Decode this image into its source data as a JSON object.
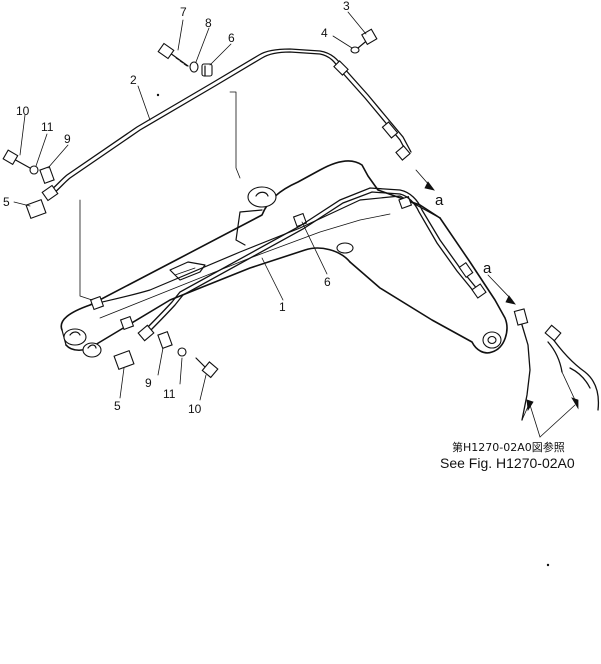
{
  "callouts": [
    {
      "id": "c7",
      "text": "7"
    },
    {
      "id": "c8",
      "text": "8"
    },
    {
      "id": "c6top",
      "text": "6"
    },
    {
      "id": "c3",
      "text": "3"
    },
    {
      "id": "c4",
      "text": "4"
    },
    {
      "id": "c2",
      "text": "2"
    },
    {
      "id": "c10top",
      "text": "10"
    },
    {
      "id": "c11top",
      "text": "11"
    },
    {
      "id": "c9top",
      "text": "9"
    },
    {
      "id": "c5top",
      "text": "5"
    },
    {
      "id": "c6mid",
      "text": "6"
    },
    {
      "id": "c1",
      "text": "1"
    },
    {
      "id": "c9bot",
      "text": "9"
    },
    {
      "id": "c11bot",
      "text": "11"
    },
    {
      "id": "c10bot",
      "text": "10"
    },
    {
      "id": "c5bot",
      "text": "5"
    }
  ],
  "markers": {
    "a_top": "a",
    "a_right": "a"
  },
  "reference": {
    "japanese": "第H1270-02A0図参照",
    "english": "See Fig. H1270-02A0"
  }
}
